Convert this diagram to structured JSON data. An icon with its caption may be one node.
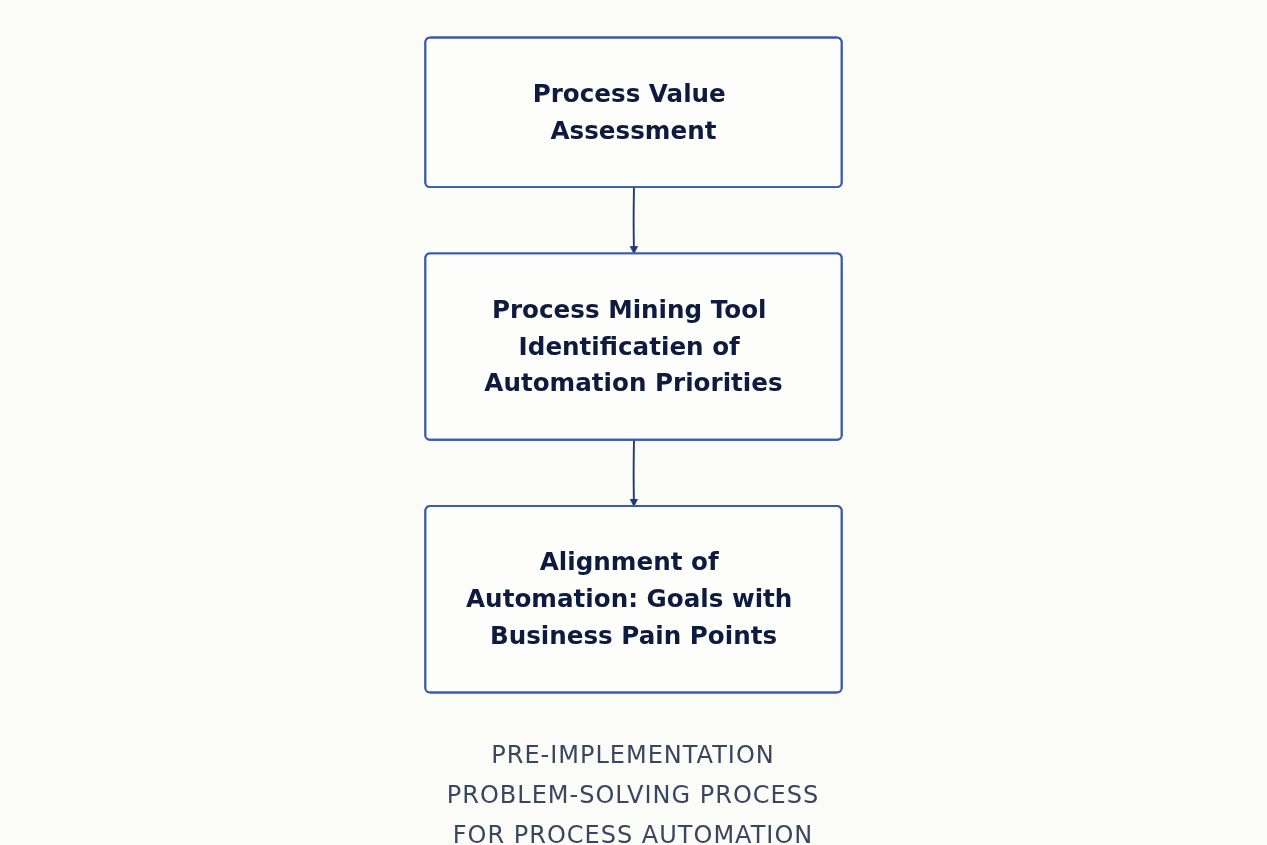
{
  "diagram": {
    "caption": "PRE-IMPLEMENTATION PROBLEM-SOLVING PROCESS FOR PROCESS AUTOMATION",
    "nodes": [
      {
        "text": [
          "Process Value Assessment"
        ]
      },
      {
        "text": [
          "Process Mining Tool Identificatien of Automation Priorities"
        ]
      },
      {
        "text": [
          "Alignment of Automation: Goals with Business Pain Points"
        ]
      }
    ],
    "edges": [
      {
        "from": 0,
        "to": 1,
        "arrow": "to"
      },
      {
        "from": 1,
        "to": 2,
        "arrow": "to"
      }
    ]
  }
}
